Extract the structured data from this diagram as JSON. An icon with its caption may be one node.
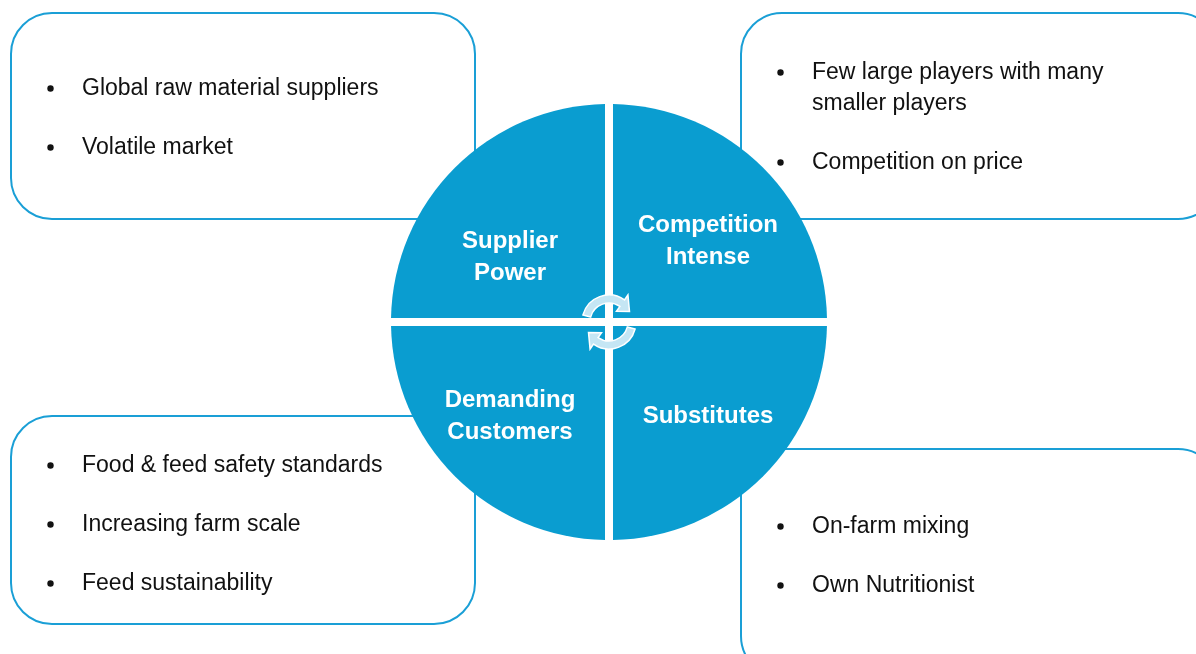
{
  "diagram": {
    "nodes": [
      {
        "text": [
          "Global raw material suppliers",
          "Volatile market"
        ]
      },
      {
        "text": [
          "Few large players with many smaller players",
          "Competition on price"
        ]
      },
      {
        "text": [
          "Supplier Power"
        ]
      },
      {
        "text": [
          "Competition Intense"
        ]
      },
      {
        "text": [
          "Demanding Customers"
        ]
      },
      {
        "text": [
          "Substitutes"
        ]
      },
      {
        "text": [
          "Food & feed safety standards",
          "Increasing farm scale",
          "Feed sustainability"
        ]
      },
      {
        "text": [
          "On-farm mixing",
          "Own Nutritionist"
        ]
      }
    ]
  }
}
